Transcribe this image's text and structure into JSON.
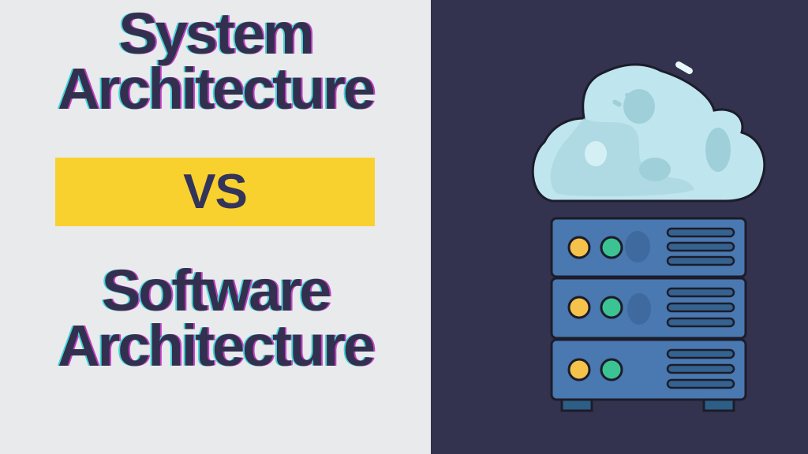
{
  "heading_top": {
    "line1": "System",
    "line2": "Architecture"
  },
  "separator": {
    "label": "VS"
  },
  "heading_bottom": {
    "line1": "Software",
    "line2": "Architecture"
  },
  "illustration": {
    "icons": [
      "cloud-icon",
      "server-rack-icon"
    ]
  },
  "colors": {
    "left_background": "#e8eaec",
    "right_background": "#333350",
    "text": "#33304f",
    "vs_box": "#f9d12e",
    "cloud": "#bfe5ee",
    "server": "#4a78b0",
    "led_yellow": "#f5c24c",
    "led_green": "#3cc393"
  }
}
